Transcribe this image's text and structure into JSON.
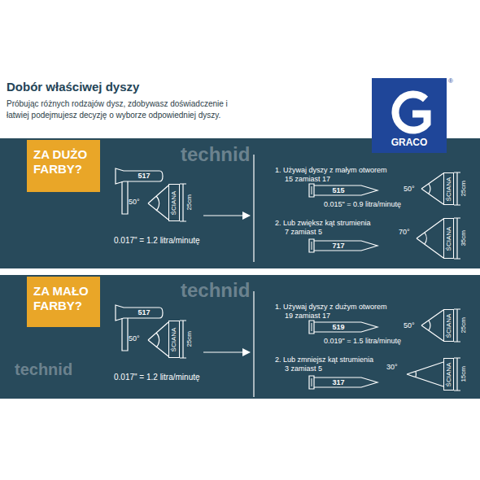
{
  "diagram": {
    "title": "Dobór właściwej dyszy",
    "nodes": [
      {
        "text": [
          "GRACO"
        ]
      },
      {
        "text": [
          "ZA DUŻO FARBY?"
        ]
      },
      {
        "text": [
          "517"
        ]
      },
      {
        "text": [
          "ŚCIANA"
        ]
      },
      {
        "text": [
          "515"
        ]
      },
      {
        "text": [
          "ŚCIANA"
        ]
      },
      {
        "text": [
          "717"
        ]
      },
      {
        "text": [
          "ŚCIANA"
        ]
      },
      {
        "text": [
          "ZA MAŁO FARBY?"
        ]
      },
      {
        "text": [
          "517"
        ]
      },
      {
        "text": [
          "ŚCIANA"
        ]
      },
      {
        "text": [
          "519"
        ]
      },
      {
        "text": [
          "ŚCIANA"
        ]
      },
      {
        "text": [
          "317"
        ]
      },
      {
        "text": [
          "ŚCIANA"
        ]
      }
    ],
    "labels": [
      "Próbując różnych rodzajów dysz, zdobywasz doświadczenie i łatwiej podejmujesz decyzję o wyborze odpowiedniej dyszy.",
      "®",
      "technid",
      "technid",
      "technid",
      "50°",
      "25cm",
      "0.017\" = 1.2 litra/minutę",
      "1. Używaj dyszy z małym otworem",
      "15 zamiast 17",
      "0.015\" = 0.9 litra/minutę",
      "50°",
      "25cm",
      "2. Lub zwiększ kąt strumienia",
      "7 zamiast 5",
      "70°",
      "35cm",
      "50°",
      "25cm",
      "0.017\" = 1.2 litra/minutę",
      "1. Używaj dyszy z dużym otworem",
      "19 zamiast 17",
      "0.019\" = 1.5 litra/minutę",
      "50°",
      "25cm",
      "2. Lub zmniejsz kąt strumienia",
      "3 zamiast 5",
      "30°",
      "15cm"
    ]
  }
}
